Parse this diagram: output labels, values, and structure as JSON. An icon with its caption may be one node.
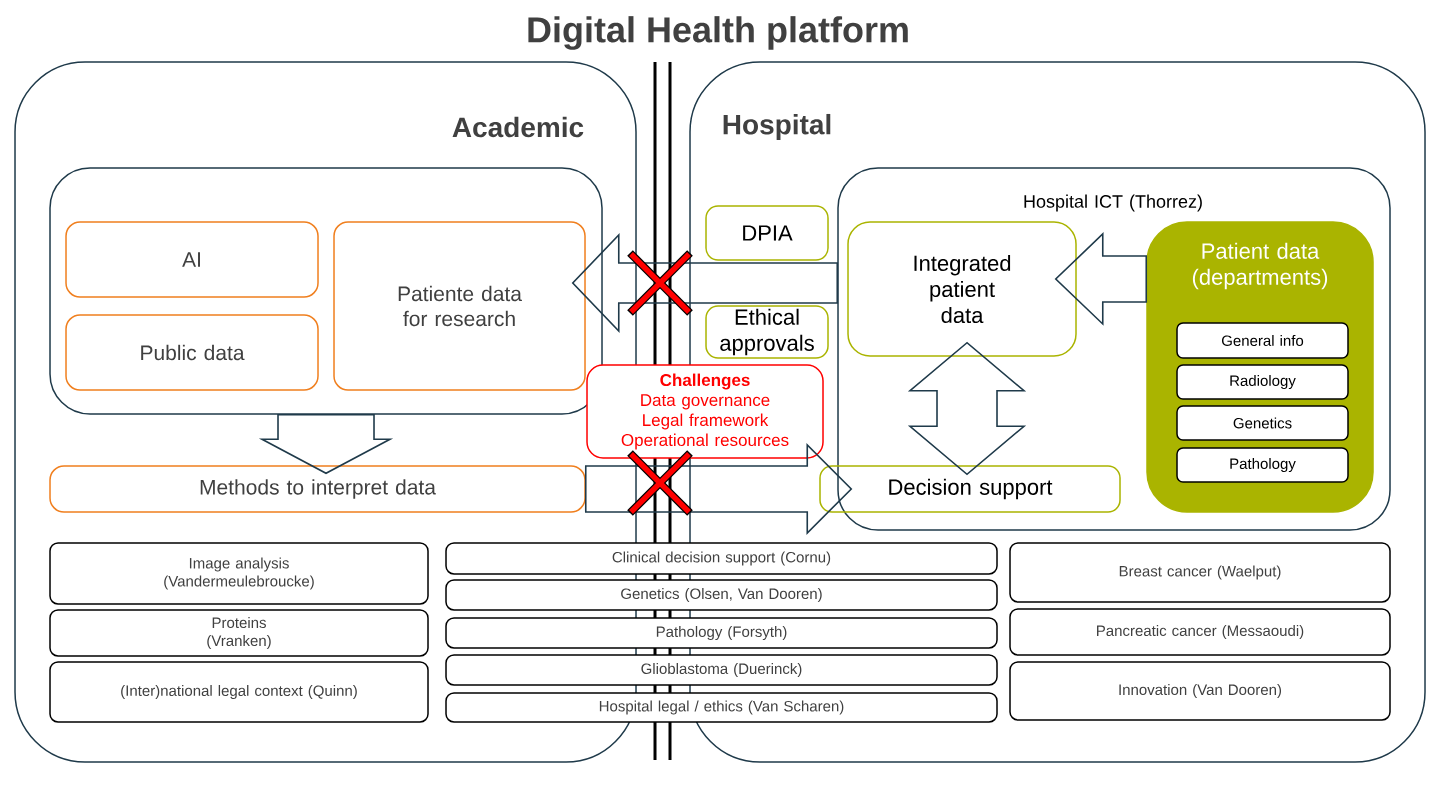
{
  "diagram": {
    "title": "Digital Health platform",
    "nodes": [
      {
        "text": [
          "Academic"
        ]
      },
      {
        "text": [
          "Hospital"
        ]
      },
      {
        "text": [],
        "shape": "box",
        "in": 0
      },
      {
        "text": [
          "AI"
        ],
        "in": 2
      },
      {
        "text": [
          "Public data"
        ],
        "in": 2
      },
      {
        "text": [
          "Patiente data for research"
        ],
        "in": 2
      },
      {
        "text": [
          "Methods to interpret data"
        ],
        "in": 0
      },
      {
        "text": [
          "Hospital ICT (Thorrez)"
        ],
        "in": 1
      },
      {
        "text": [
          "Integrated patient data"
        ],
        "in": 7
      },
      {
        "text": [
          "Patient data (departments)"
        ],
        "in": 7
      },
      {
        "text": [
          "General info"
        ],
        "in": 9
      },
      {
        "text": [
          "Radiology"
        ],
        "in": 9
      },
      {
        "text": [
          "Genetics"
        ],
        "in": 9
      },
      {
        "text": [
          "Pathology"
        ],
        "in": 9
      },
      {
        "text": [
          "Decision support"
        ],
        "in": 1
      },
      {
        "text": [
          "DPIA"
        ],
        "in": 1
      },
      {
        "text": [
          "Ethical approvals"
        ],
        "in": 1
      },
      {
        "text": [
          "Challenges",
          "Data governance",
          "Legal framework",
          "Operational resources"
        ]
      },
      {
        "text": [
          "Image analysis (Vandermeulebroucke)"
        ],
        "in": 0
      },
      {
        "text": [
          "Proteins (Vranken)"
        ],
        "in": 0
      },
      {
        "text": [
          "(Inter)national legal context (Quinn)"
        ],
        "in": 0
      },
      {
        "text": [
          "Clinical decision support (Cornu)"
        ]
      },
      {
        "text": [
          "Genetics (Olsen, Van Dooren)"
        ]
      },
      {
        "text": [
          "Pathology (Forsyth)"
        ]
      },
      {
        "text": [
          "Glioblastoma (Duerinck)"
        ]
      },
      {
        "text": [
          "Hospital legal / ethics (Van Scharen)"
        ]
      },
      {
        "text": [
          "Breast cancer (Waelput)"
        ],
        "in": 1
      },
      {
        "text": [
          "Pancreatic cancer (Messaoudi)"
        ],
        "in": 1
      },
      {
        "text": [
          "Innovation (Van Dooren)"
        ],
        "in": 1
      }
    ],
    "edges": [
      {
        "from": 7,
        "to": 5,
        "arrow": "to"
      },
      {
        "from": 9,
        "to": 8,
        "arrow": "to"
      },
      {
        "from": 8,
        "to": 14,
        "arrow": "both"
      },
      {
        "from": 2,
        "to": 6,
        "arrow": "to"
      },
      {
        "from": 6,
        "to": 14,
        "arrow": "to"
      }
    ]
  }
}
